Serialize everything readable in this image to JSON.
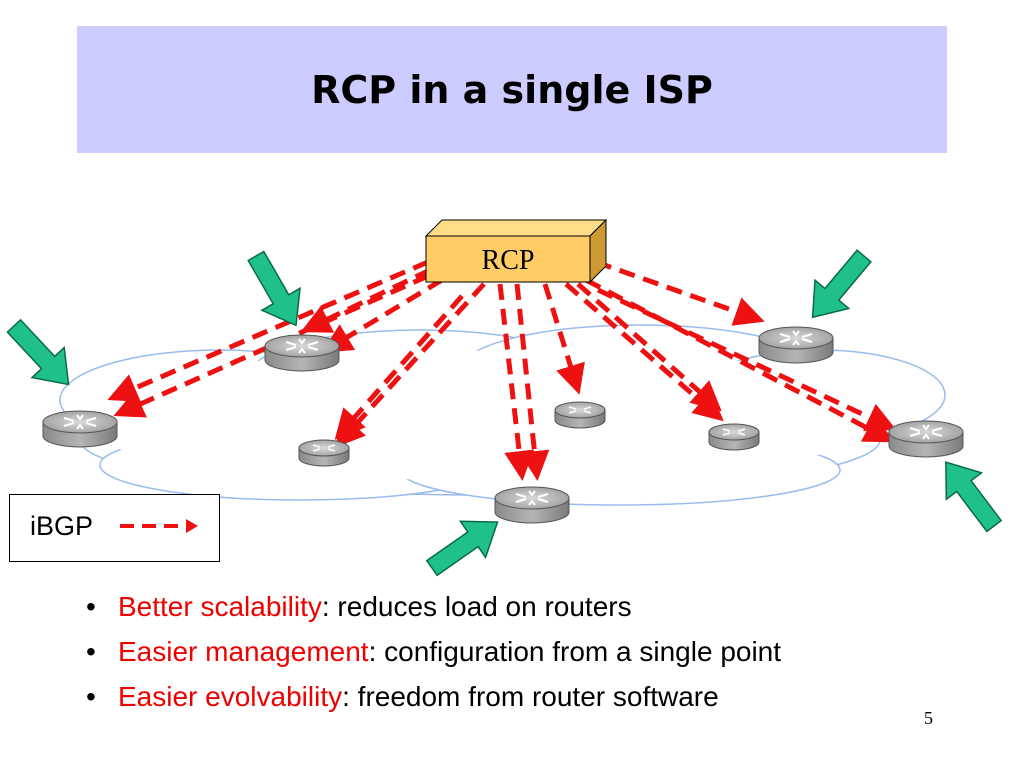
{
  "slide": {
    "title": "RCP in a single ISP",
    "page_number": "5"
  },
  "diagram": {
    "server_label": "RCP",
    "legend_label": "iBGP",
    "colors": {
      "ibgp_arrow": "#ee1111",
      "pointer_arrow": "#20c08a",
      "server_fill": "#ffcc66",
      "cloud_stroke": "#99bbee",
      "router_fill": "#a9a9a9"
    }
  },
  "bullets": [
    {
      "highlight": "Better scalability",
      "rest": ": reduces load on routers"
    },
    {
      "highlight": "Easier management",
      "rest": ": configuration from a single point"
    },
    {
      "highlight": "Easier evolvability",
      "rest": ": freedom from router software"
    }
  ]
}
